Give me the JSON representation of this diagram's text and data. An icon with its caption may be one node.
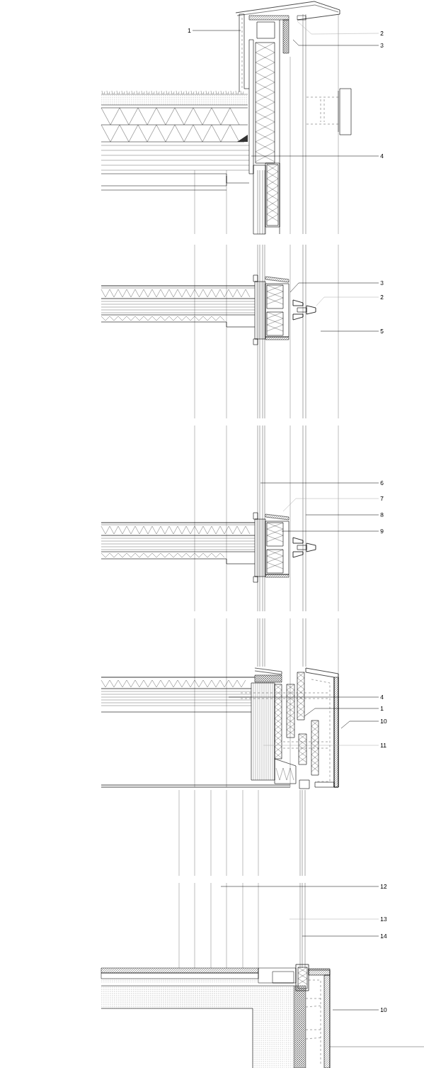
{
  "diagram": {
    "nodes": [
      {
        "text": [
          "1"
        ]
      },
      {
        "text": [
          "2"
        ]
      },
      {
        "text": [
          "3"
        ]
      },
      {
        "text": [
          "4"
        ]
      },
      {
        "text": [
          "3"
        ]
      },
      {
        "text": [
          "2"
        ]
      },
      {
        "text": [
          "5"
        ]
      },
      {
        "text": [
          "6"
        ]
      },
      {
        "text": [
          "7"
        ]
      },
      {
        "text": [
          "8"
        ]
      },
      {
        "text": [
          "9"
        ]
      },
      {
        "text": [
          "4"
        ]
      },
      {
        "text": [
          "1"
        ]
      },
      {
        "text": [
          "10"
        ]
      },
      {
        "text": [
          "11"
        ]
      },
      {
        "text": [
          "12"
        ]
      },
      {
        "text": [
          "13"
        ]
      },
      {
        "text": [
          "14"
        ]
      },
      {
        "text": [
          "10"
        ]
      },
      {
        "text": [],
        "shape": "picture"
      },
      {
        "text": [],
        "shape": "picture"
      },
      {
        "text": [],
        "shape": "picture"
      },
      {
        "text": [],
        "shape": "picture"
      },
      {
        "text": [],
        "shape": "picture"
      }
    ],
    "edges": [
      {
        "from": 0,
        "to": 19,
        "arrow": "none"
      },
      {
        "from": 1,
        "to": 19,
        "arrow": "none",
        "color": "#aaaaaa"
      },
      {
        "from": 2,
        "to": 19,
        "arrow": "none"
      },
      {
        "from": 3,
        "to": 19,
        "arrow": "none"
      },
      {
        "from": 4,
        "to": 20,
        "arrow": "none"
      },
      {
        "from": 5,
        "to": 20,
        "arrow": "none",
        "color": "#aaaaaa"
      },
      {
        "from": 6,
        "to": 20,
        "arrow": "none"
      },
      {
        "from": 7,
        "to": 21,
        "arrow": "none"
      },
      {
        "from": 8,
        "to": 21,
        "arrow": "none",
        "color": "#aaaaaa"
      },
      {
        "from": 9,
        "to": 21,
        "arrow": "none"
      },
      {
        "from": 10,
        "to": 21,
        "arrow": "none"
      },
      {
        "from": 11,
        "to": 22,
        "arrow": "none"
      },
      {
        "from": 12,
        "to": 22,
        "arrow": "none"
      },
      {
        "from": 13,
        "to": 22,
        "arrow": "none"
      },
      {
        "from": 14,
        "to": 22,
        "arrow": "none",
        "color": "#aaaaaa"
      },
      {
        "from": 15,
        "to": 23,
        "arrow": "none"
      },
      {
        "from": 16,
        "to": 23,
        "arrow": "none",
        "color": "#aaaaaa"
      },
      {
        "from": 17,
        "to": 23,
        "arrow": "none"
      },
      {
        "from": 18,
        "to": 23,
        "arrow": "none"
      }
    ]
  }
}
